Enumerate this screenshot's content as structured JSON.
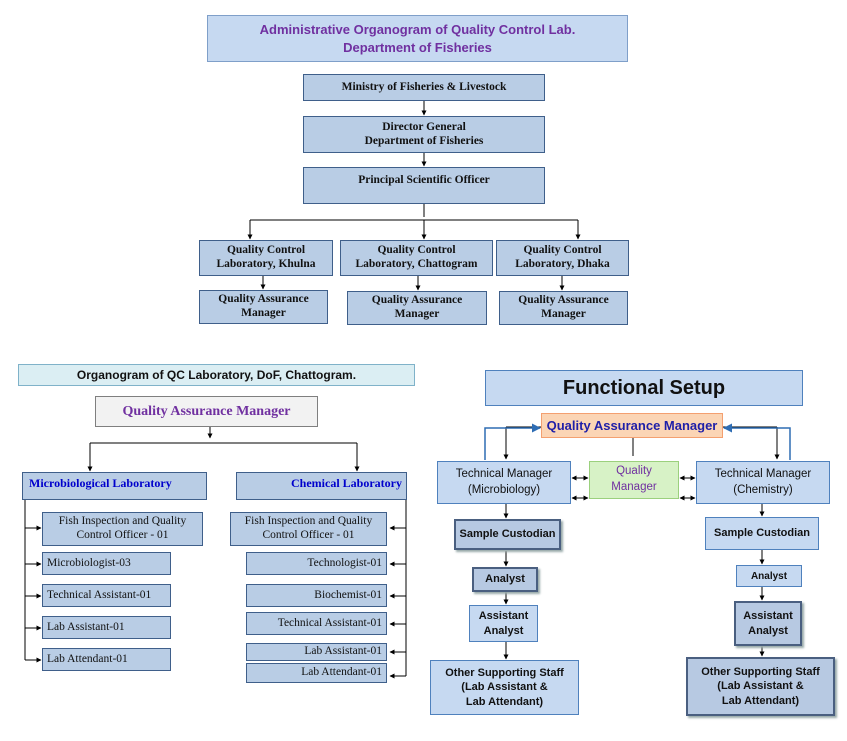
{
  "top": {
    "title": "Administrative Organogram of  Quality Control  Lab.\nDepartment of Fisheries",
    "ministry": "Ministry of Fisheries & Livestock",
    "dg": "Director General\nDepartment of Fisheries",
    "pso": "Principal Scientific  Officer",
    "labs": [
      {
        "name": "Quality Control\nLaboratory, Khulna",
        "qam": "Quality Assurance\nManager"
      },
      {
        "name": "Quality Control\nLaboratory, Chattogram",
        "qam": "Quality Assurance\nManager"
      },
      {
        "name": "Quality Control\nLaboratory, Dhaka",
        "qam": "Quality  Assurance\nManager"
      }
    ]
  },
  "left": {
    "title": "Organogram  of QC Laboratory, DoF, Chattogram.",
    "qam": "Quality Assurance Manager",
    "micro": {
      "head": "Microbiological Laboratory",
      "items": [
        "Fish Inspection and Quality\nControl Officer - 01",
        "Microbiologist-03",
        "Technical Assistant-01",
        "Lab Assistant-01",
        "Lab Attendant-01"
      ]
    },
    "chem": {
      "head": "Chemical Laboratory",
      "items": [
        "Fish Inspection and Quality\nControl Officer - 01",
        "Technologist-01",
        "Biochemist-01",
        "Technical Assistant-01",
        "Lab Assistant-01",
        "Lab Attendant-01"
      ]
    }
  },
  "right": {
    "title": "Functional Setup",
    "qam": "Quality Assurance Manager",
    "tm_micro": "Technical Manager\n(Microbiology)",
    "qm": "Quality\nManager",
    "tm_chem": "Technical Manager\n(Chemistry)",
    "micro": {
      "custodian": "Sample Custodian",
      "analyst": "Analyst",
      "assistant": "Assistant\nAnalyst",
      "other": "Other Supporting Staff\n(Lab Assistant &\nLab Attendant)"
    },
    "chem": {
      "custodian": "Sample Custodian",
      "analyst": "Analyst",
      "assistant": "Assistant\nAnalyst",
      "other": "Other Supporting Staff\n(Lab Assistant &\nLab Attendant)"
    }
  }
}
